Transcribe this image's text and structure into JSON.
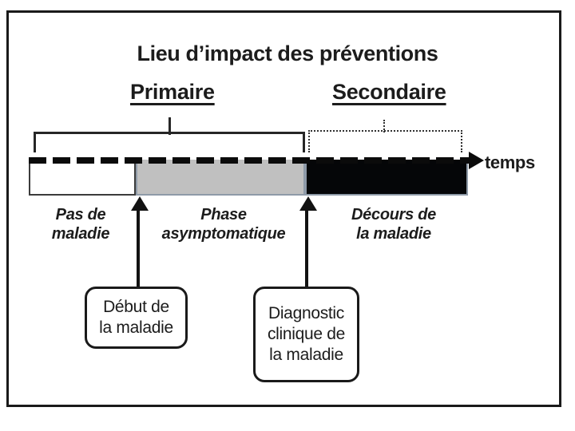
{
  "diagram": {
    "title": "Lieu d’impact des préventions",
    "prevention_levels": {
      "primary_label": "Primaire",
      "secondary_label": "Secondaire"
    },
    "axis": {
      "time_label": "temps",
      "arrow_icon": "right-arrow-icon"
    },
    "segments": [
      {
        "key": "healthy",
        "caption": "Pas de\nmaladie",
        "caption_line1": "Pas de",
        "caption_line2": "maladie",
        "fill": "#ffffff"
      },
      {
        "key": "asymptomatic",
        "caption": "Phase\nasymptomatique",
        "caption_line1": "Phase",
        "caption_line2": "asymptomatique",
        "fill": "#c0c0c0"
      },
      {
        "key": "disease-course",
        "caption": "Décours de\nla maladie",
        "caption_line1": "Décours de",
        "caption_line2": "la maladie",
        "fill": "#050608"
      }
    ],
    "callouts": [
      {
        "key": "disease-onset",
        "line1": "Début de",
        "line2": "la maladie",
        "text": "Début de la maladie"
      },
      {
        "key": "clinical-diagnosis",
        "line1": "Diagnostic",
        "line2": "clinique de",
        "line3": "la maladie",
        "text": "Diagnostic clinique de la maladie"
      }
    ],
    "colors": {
      "frame": "#1a1a1a",
      "text": "#1c1c1c",
      "asymptomatic_fill": "#c0c0c0",
      "disease_fill": "#050608",
      "segment_border": "#8e9aa8"
    }
  }
}
